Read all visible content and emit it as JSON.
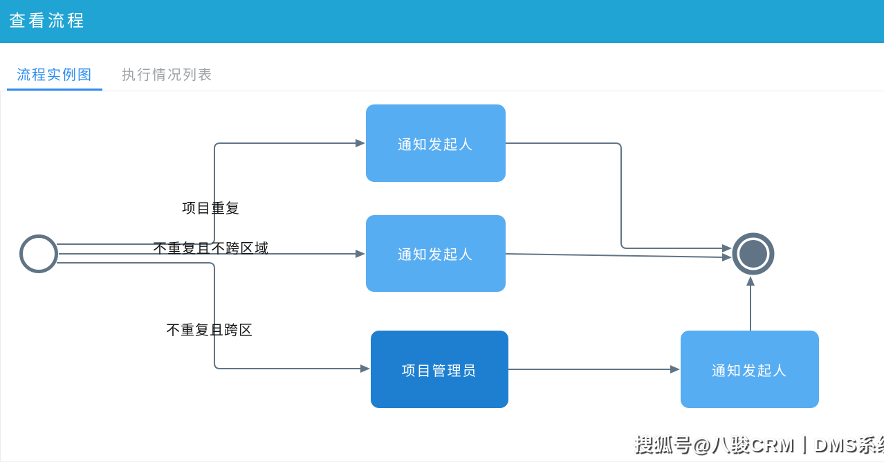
{
  "header": {
    "title": "查看流程",
    "background_color": "#1fa4d3",
    "text_color": "#ffffff"
  },
  "tabs": [
    {
      "label": "流程实例图",
      "active": true
    },
    {
      "label": "执行情况列表",
      "active": false
    }
  ],
  "tab_colors": {
    "active": "#2d8cf0",
    "inactive": "#9ea3a8",
    "underline": "#2d8cf0"
  },
  "diagram": {
    "type": "flowchart",
    "line_color": "#607486",
    "node_colors": {
      "light_blue": "#57adf2",
      "dark_blue": "#1e7fd0"
    },
    "start_event": {
      "shape": "circle",
      "style": "outline"
    },
    "end_event": {
      "shape": "circle",
      "style": "double-ring-filled"
    },
    "nodes": [
      {
        "id": "notify-initiator-top",
        "label": "通知发起人",
        "color": "#57adf2"
      },
      {
        "id": "notify-initiator-middle",
        "label": "通知发起人",
        "color": "#57adf2"
      },
      {
        "id": "project-admin",
        "label": "项目管理员",
        "color": "#1e7fd0"
      },
      {
        "id": "notify-initiator-right",
        "label": "通知发起人",
        "color": "#57adf2"
      }
    ],
    "edges": [
      {
        "from": "start",
        "to": "notify-initiator-top",
        "label": "项目重复"
      },
      {
        "from": "start",
        "to": "notify-initiator-middle",
        "label": "不重复且不跨区域"
      },
      {
        "from": "start",
        "to": "project-admin",
        "label": "不重复且跨区"
      },
      {
        "from": "notify-initiator-top",
        "to": "end",
        "label": ""
      },
      {
        "from": "notify-initiator-middle",
        "to": "end",
        "label": ""
      },
      {
        "from": "project-admin",
        "to": "notify-initiator-right",
        "label": ""
      },
      {
        "from": "notify-initiator-right",
        "to": "end",
        "label": ""
      }
    ]
  },
  "watermark": {
    "text": "搜狐号@八骏CRM丨DMS系统"
  }
}
